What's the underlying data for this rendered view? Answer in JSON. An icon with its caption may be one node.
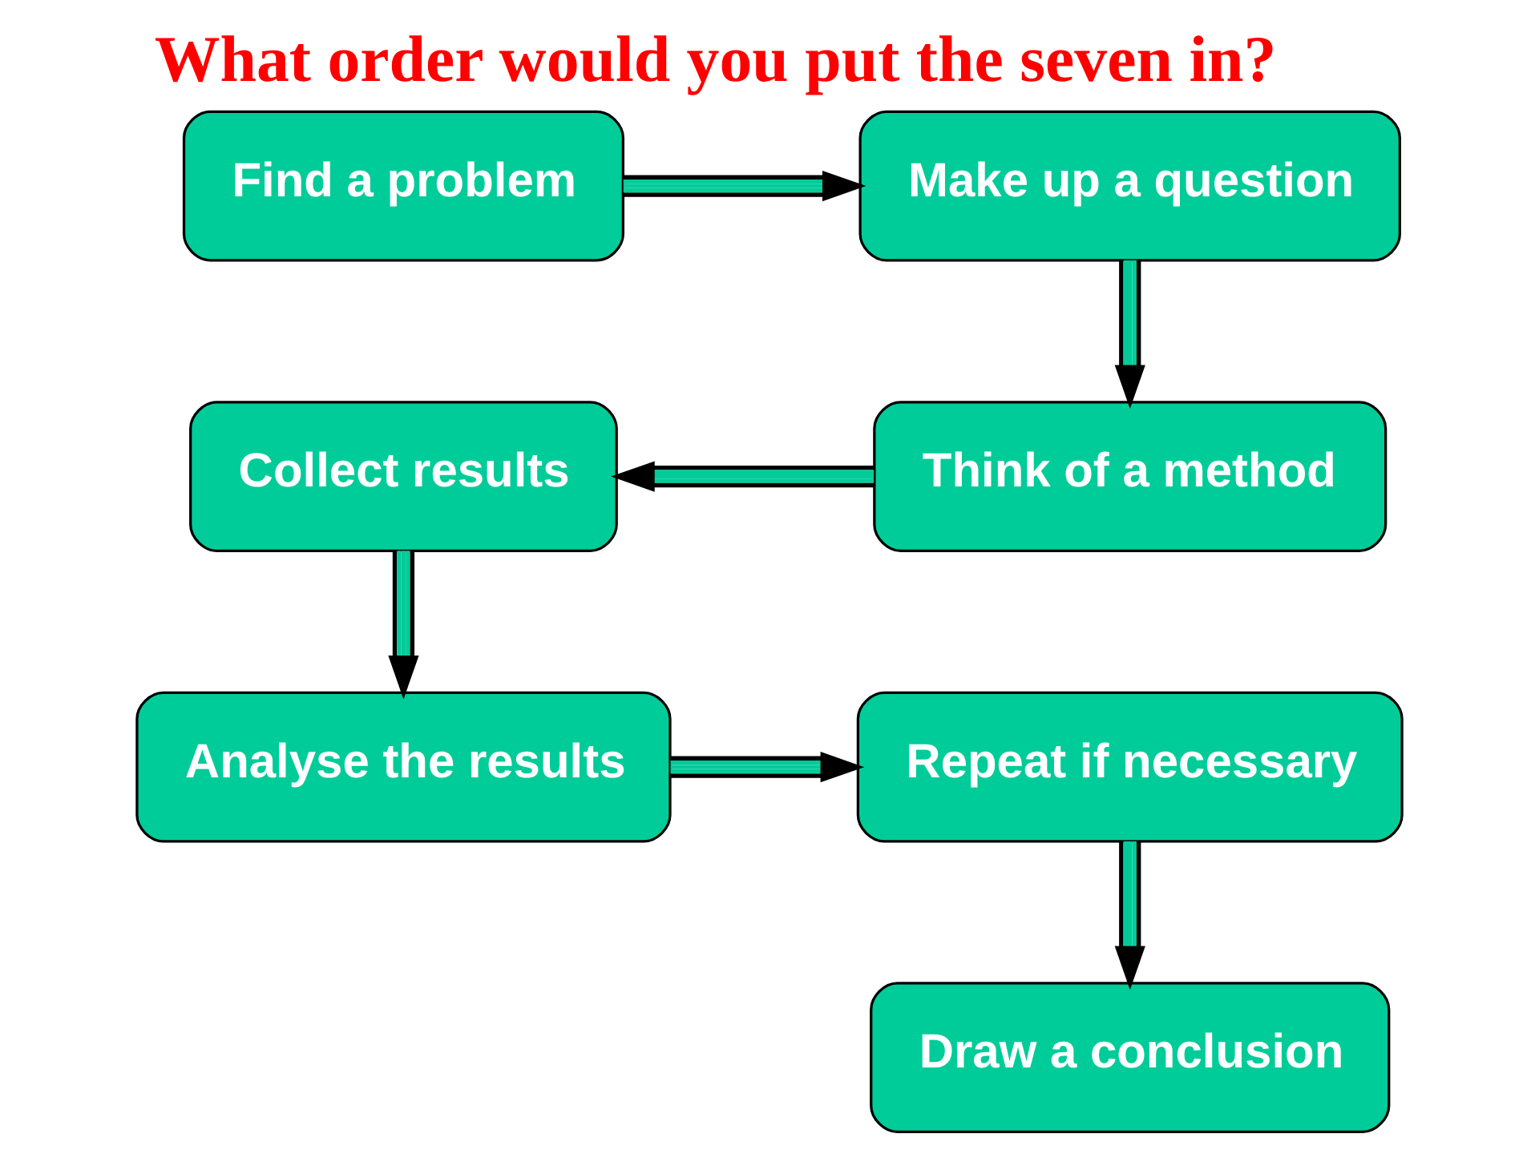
{
  "diagram": {
    "title": "What order would you put the seven in?",
    "nodes": [
      {
        "text": [
          "Find a problem"
        ]
      },
      {
        "text": [
          "Make up a question"
        ]
      },
      {
        "text": [
          "Think of a method"
        ]
      },
      {
        "text": [
          "Collect results"
        ]
      },
      {
        "text": [
          "Analyse the results"
        ]
      },
      {
        "text": [
          "Repeat if necessary"
        ]
      },
      {
        "text": [
          "Draw a conclusion"
        ]
      }
    ],
    "edges": [
      {
        "from": 0,
        "to": 1,
        "arrow": "to"
      },
      {
        "from": 1,
        "to": 2,
        "arrow": "to"
      },
      {
        "from": 2,
        "to": 3,
        "arrow": "to"
      },
      {
        "from": 3,
        "to": 4,
        "arrow": "to"
      },
      {
        "from": 4,
        "to": 5,
        "arrow": "to"
      },
      {
        "from": 5,
        "to": 6,
        "arrow": "to"
      }
    ]
  }
}
